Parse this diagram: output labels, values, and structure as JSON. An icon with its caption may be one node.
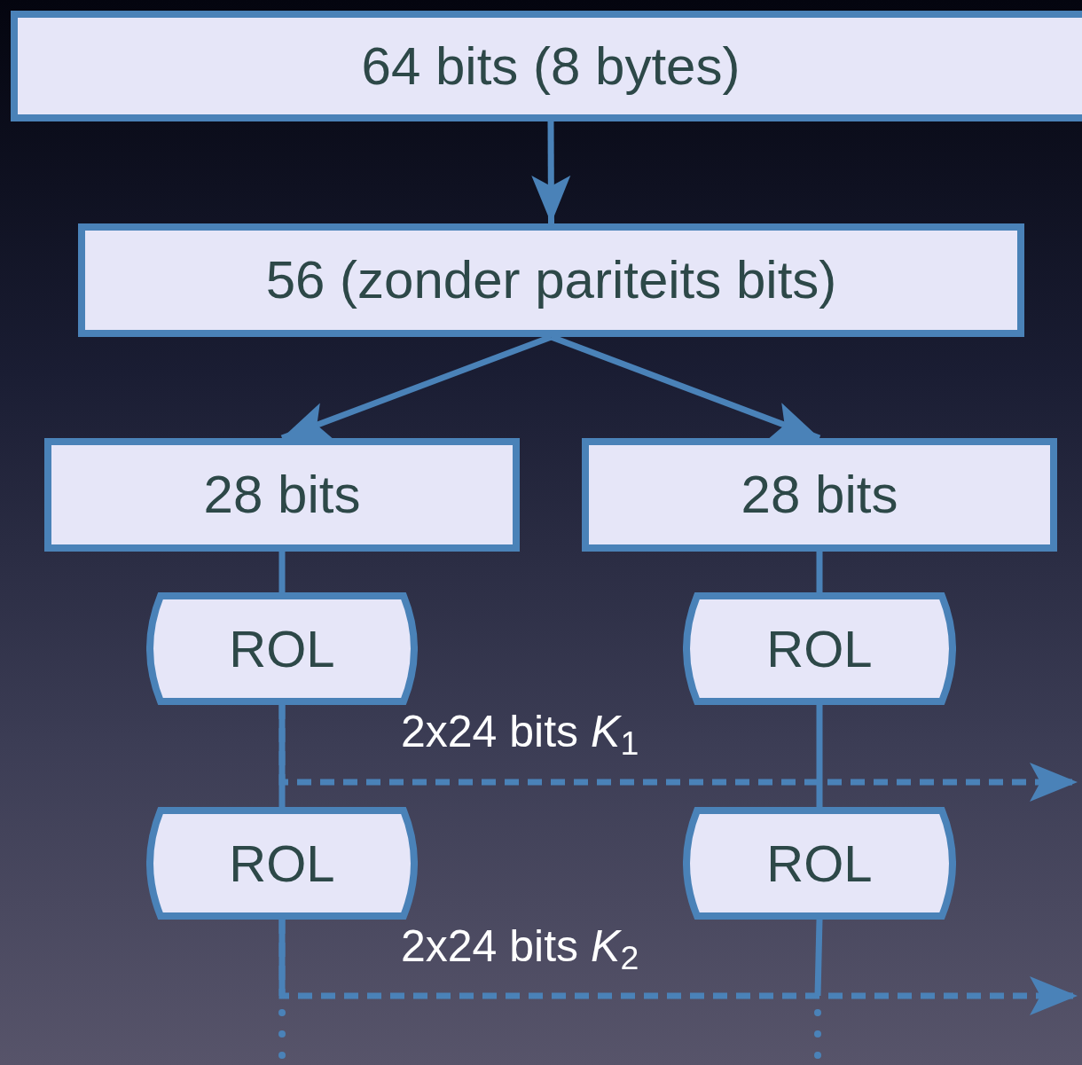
{
  "diagram": {
    "nodes": [
      {
        "text": [
          "64 bits (8 bytes)"
        ]
      },
      {
        "text": [
          "56 (zonder pariteits bits)"
        ]
      },
      {
        "text": [
          "28 bits"
        ]
      },
      {
        "text": [
          "28 bits"
        ]
      },
      {
        "text": [
          "ROL"
        ]
      },
      {
        "text": [
          "ROL"
        ]
      },
      {
        "text": [
          "ROL"
        ]
      },
      {
        "text": [
          "ROL"
        ]
      }
    ],
    "edges": [
      {
        "from": 0,
        "to": 1,
        "arrow": "to"
      },
      {
        "from": 1,
        "to": 2,
        "arrow": "to"
      },
      {
        "from": 1,
        "to": 3,
        "arrow": "to"
      },
      {
        "from": 2,
        "to": 4,
        "arrow": "none"
      },
      {
        "from": 3,
        "to": 5,
        "arrow": "none"
      },
      {
        "from": 4,
        "to": 6,
        "arrow": "none"
      },
      {
        "from": 5,
        "to": 7,
        "arrow": "none"
      },
      {
        "from": 4,
        "to": null,
        "arrow": "to",
        "style": "dashed",
        "label": "2x24 bits *K*$_{1}$"
      },
      {
        "from": 6,
        "to": null,
        "arrow": "to",
        "style": "dashed",
        "label": "2x24 bits *K*$_{2}$"
      },
      {
        "from": 6,
        "to": null,
        "arrow": "none"
      },
      {
        "from": 7,
        "to": null,
        "arrow": "none"
      }
    ]
  }
}
